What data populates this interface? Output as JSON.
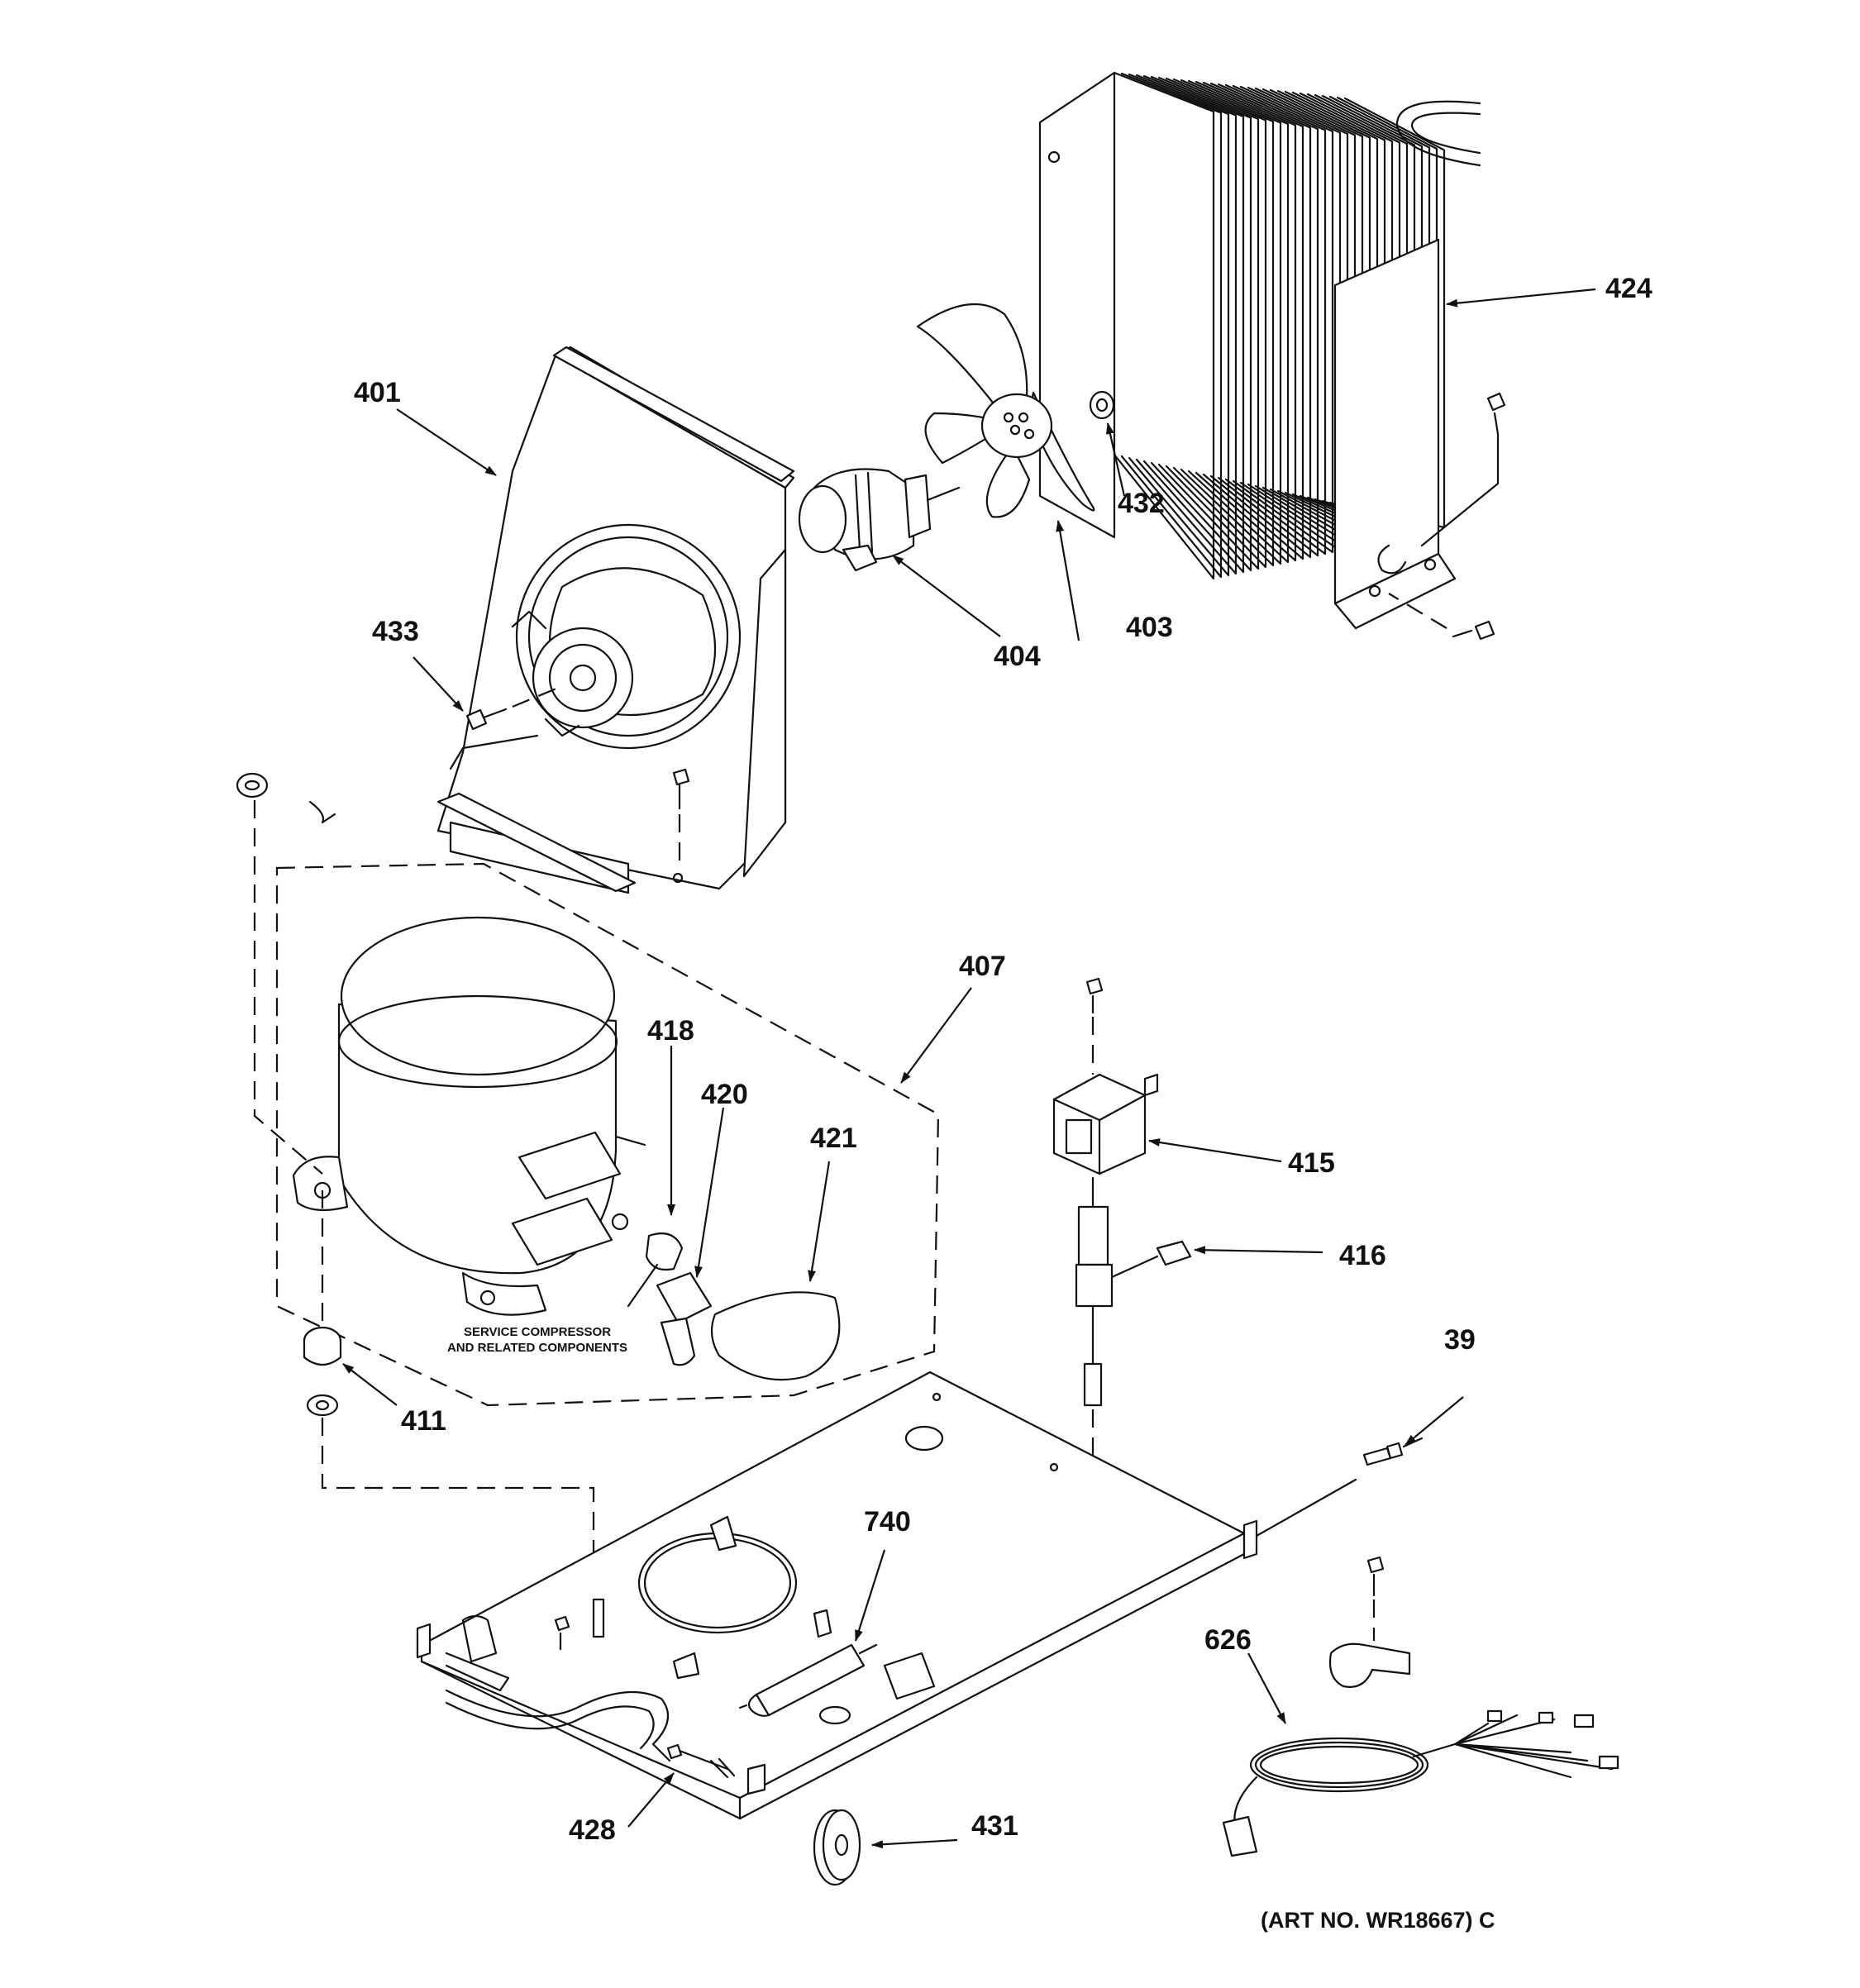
{
  "callouts": [
    {
      "id": "401",
      "text": "401"
    },
    {
      "id": "403",
      "text": "403"
    },
    {
      "id": "404",
      "text": "404"
    },
    {
      "id": "407",
      "text": "407"
    },
    {
      "id": "411",
      "text": "411"
    },
    {
      "id": "415",
      "text": "415"
    },
    {
      "id": "416",
      "text": "416"
    },
    {
      "id": "418",
      "text": "418"
    },
    {
      "id": "420",
      "text": "420"
    },
    {
      "id": "421",
      "text": "421"
    },
    {
      "id": "424",
      "text": "424"
    },
    {
      "id": "428",
      "text": "428"
    },
    {
      "id": "431",
      "text": "431"
    },
    {
      "id": "432",
      "text": "432"
    },
    {
      "id": "433",
      "text": "433"
    },
    {
      "id": "39",
      "text": "39"
    },
    {
      "id": "626",
      "text": "626"
    },
    {
      "id": "740",
      "text": "740"
    }
  ],
  "note": {
    "line1": "SERVICE COMPRESSOR",
    "line2": "AND RELATED COMPONENTS"
  },
  "art_number": "(ART NO. WR18667) C"
}
